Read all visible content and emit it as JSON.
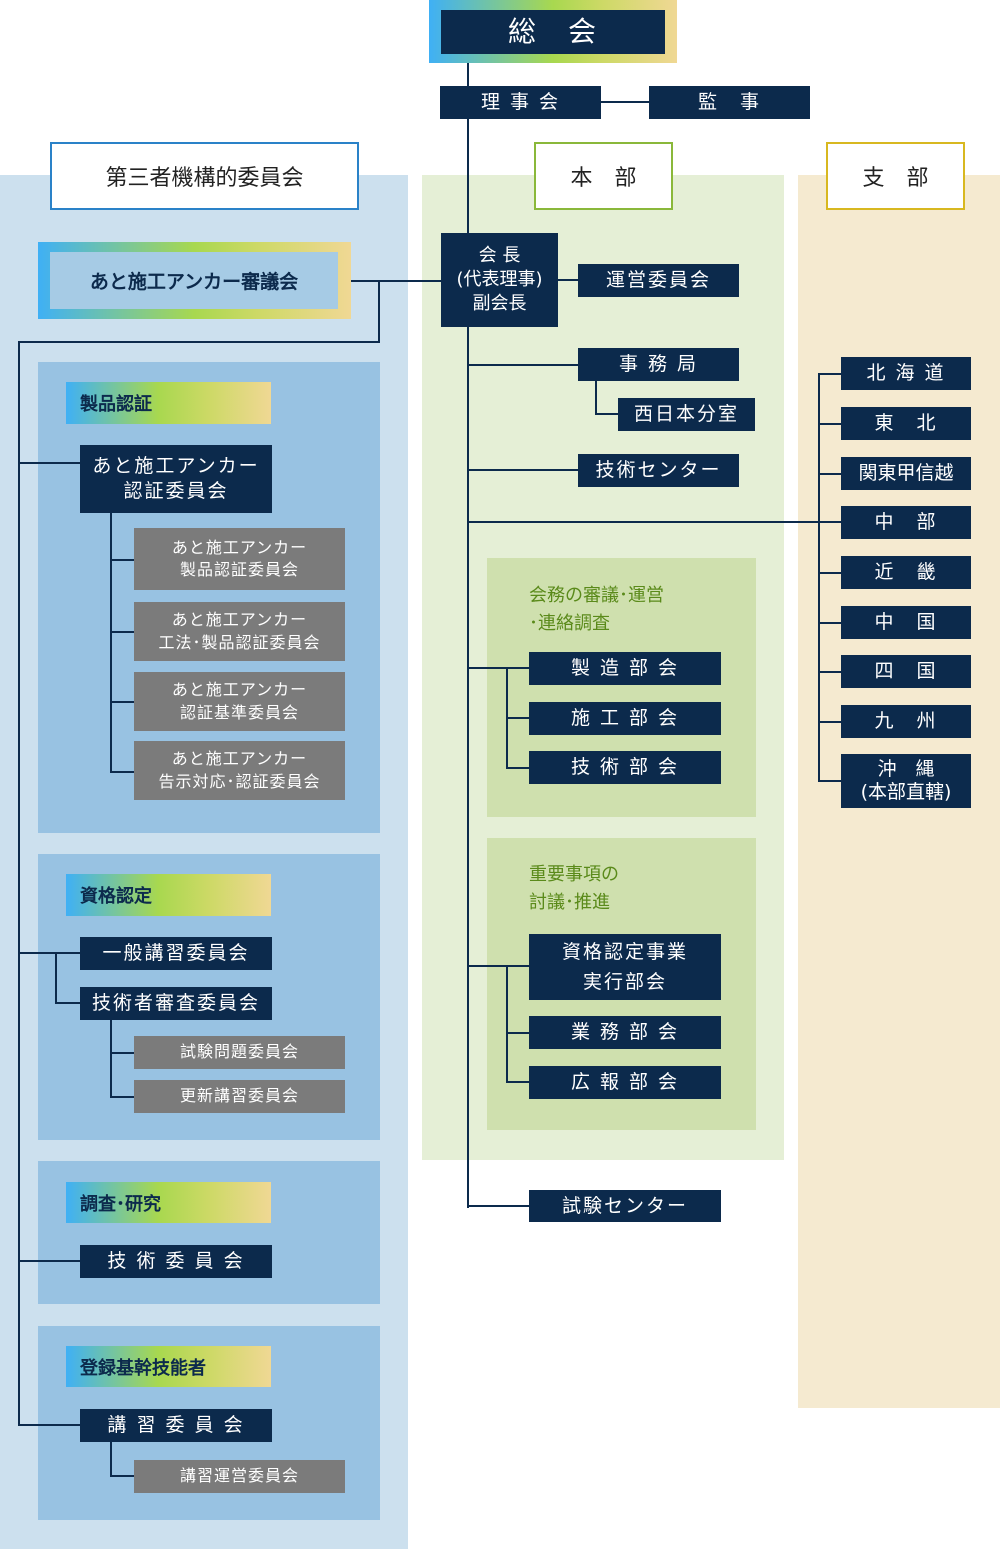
{
  "colors": {
    "navy": "#0c2a4c",
    "gray": "#7b7b7b",
    "third_party_bg": "#cce0ee",
    "honbu_bg": "#e5efd6",
    "shibu_bg": "#f5ead0"
  },
  "top": {
    "general_assembly": "総　会",
    "board": "理 事 会",
    "auditor": "監　事"
  },
  "sections": {
    "third_party": "第三者機構的委員会",
    "honbu": "本　部",
    "shibu": "支　部"
  },
  "third_party": {
    "council": "あと施工アンカー審議会",
    "product_cert": {
      "label": "製品認証",
      "main": "あと施工アンカー\n認証委員会",
      "subs": [
        "あと施工アンカー\n製品認証委員会",
        "あと施工アンカー\n工法･製品認証委員会",
        "あと施工アンカー\n認証基準委員会",
        "あと施工アンカー\n告示対応･認証委員会"
      ]
    },
    "qualification": {
      "label": "資格認定",
      "general": "一般講習委員会",
      "engineer": "技術者審査委員会",
      "subs": [
        "試験問題委員会",
        "更新講習委員会"
      ]
    },
    "research": {
      "label": "調査･研究",
      "main": "技 術 委 員 会"
    },
    "registered": {
      "label": "登録基幹技能者",
      "main": "講 習 委 員 会",
      "subs": [
        "講習運営委員会"
      ]
    }
  },
  "honbu": {
    "president": "会 長\n(代表理事)\n副会長",
    "steering": "運営委員会",
    "secretariat": "事 務 局",
    "west_office": "西日本分室",
    "tech_center": "技術センター",
    "affairs": {
      "label": "会務の審議･運営\n･連絡調査",
      "items": [
        "製 造 部 会",
        "施 工 部 会",
        "技 術 部 会"
      ]
    },
    "important": {
      "label": "重要事項の\n討議･推進",
      "items": [
        "資格認定事業\n実行部会",
        "業 務 部 会",
        "広 報 部 会"
      ]
    },
    "test_center": "試験センター"
  },
  "shibu": {
    "branches": [
      "北 海 道",
      "東　北",
      "関東甲信越",
      "中　部",
      "近　畿",
      "中　国",
      "四　国",
      "九　州",
      "沖　縄\n(本部直轄)"
    ]
  }
}
